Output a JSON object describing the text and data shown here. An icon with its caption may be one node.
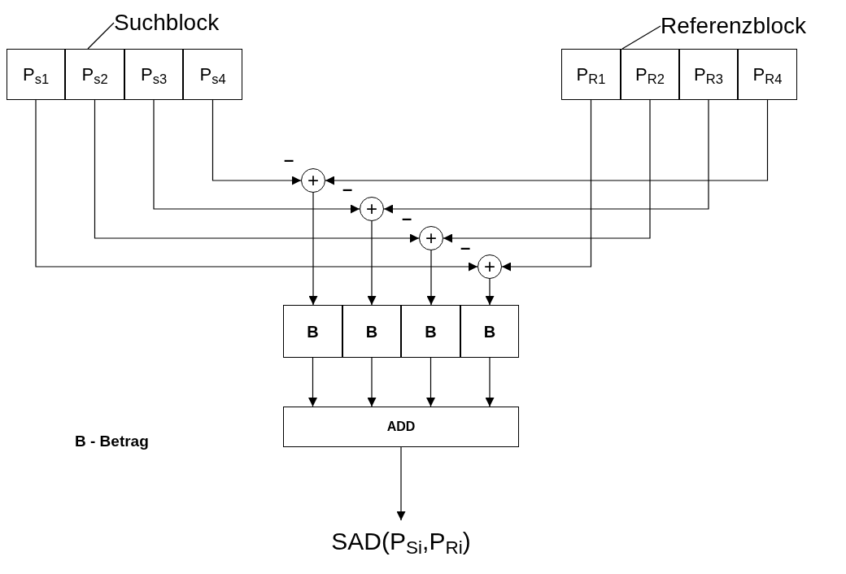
{
  "diagram": {
    "nodes": [
      {
        "text": [
          "Suchblock"
        ]
      },
      {
        "text": [],
        "shape": "box"
      },
      {
        "text": [
          "P$_{s1}$"
        ],
        "in": 1
      },
      {
        "text": [
          "P$_{s2}$"
        ],
        "in": 1
      },
      {
        "text": [
          "P$_{s3}$"
        ],
        "in": 1
      },
      {
        "text": [
          "P$_{s4}$"
        ],
        "in": 1
      },
      {
        "text": [
          "Referenzblock"
        ]
      },
      {
        "text": [],
        "shape": "box"
      },
      {
        "text": [
          "P$_{R1}$"
        ],
        "in": 7
      },
      {
        "text": [
          "P$_{R2}$"
        ],
        "in": 7
      },
      {
        "text": [
          "P$_{R3}$"
        ],
        "in": 7
      },
      {
        "text": [
          "P$_{R4}$"
        ],
        "in": 7
      },
      {
        "text": [
          "+"
        ]
      },
      {
        "text": [
          "+"
        ]
      },
      {
        "text": [
          "+"
        ]
      },
      {
        "text": [
          "+"
        ]
      },
      {
        "text": [
          "B"
        ]
      },
      {
        "text": [
          "B"
        ]
      },
      {
        "text": [
          "B"
        ]
      },
      {
        "text": [
          "B"
        ]
      },
      {
        "text": [
          "ADD"
        ]
      },
      {
        "text": [
          "SAD(P$_{Si}$,P$_{Ri}$)"
        ]
      }
    ],
    "edges": [
      {
        "from": 0,
        "to": 1,
        "arrow": "none"
      },
      {
        "from": 6,
        "to": 7,
        "arrow": "none"
      },
      {
        "from": 5,
        "to": 12,
        "arrow": "to"
      },
      {
        "from": 11,
        "to": 12,
        "arrow": "to"
      },
      {
        "from": 4,
        "to": 13,
        "arrow": "to"
      },
      {
        "from": 10,
        "to": 13,
        "arrow": "to"
      },
      {
        "from": 3,
        "to": 14,
        "arrow": "to"
      },
      {
        "from": 9,
        "to": 14,
        "arrow": "to"
      },
      {
        "from": 2,
        "to": 15,
        "arrow": "to"
      },
      {
        "from": 8,
        "to": 15,
        "arrow": "to"
      },
      {
        "from": 12,
        "to": 16,
        "arrow": "to"
      },
      {
        "from": 13,
        "to": 17,
        "arrow": "to"
      },
      {
        "from": 14,
        "to": 18,
        "arrow": "to"
      },
      {
        "from": 15,
        "to": 19,
        "arrow": "to"
      },
      {
        "from": 16,
        "to": 20,
        "arrow": "to"
      },
      {
        "from": 17,
        "to": 20,
        "arrow": "to"
      },
      {
        "from": 18,
        "to": 20,
        "arrow": "to"
      },
      {
        "from": 19,
        "to": 20,
        "arrow": "to"
      },
      {
        "from": 20,
        "to": 21,
        "arrow": "to"
      }
    ],
    "labels": [
      "–",
      "–",
      "–",
      "–",
      "B - Betrag"
    ]
  }
}
